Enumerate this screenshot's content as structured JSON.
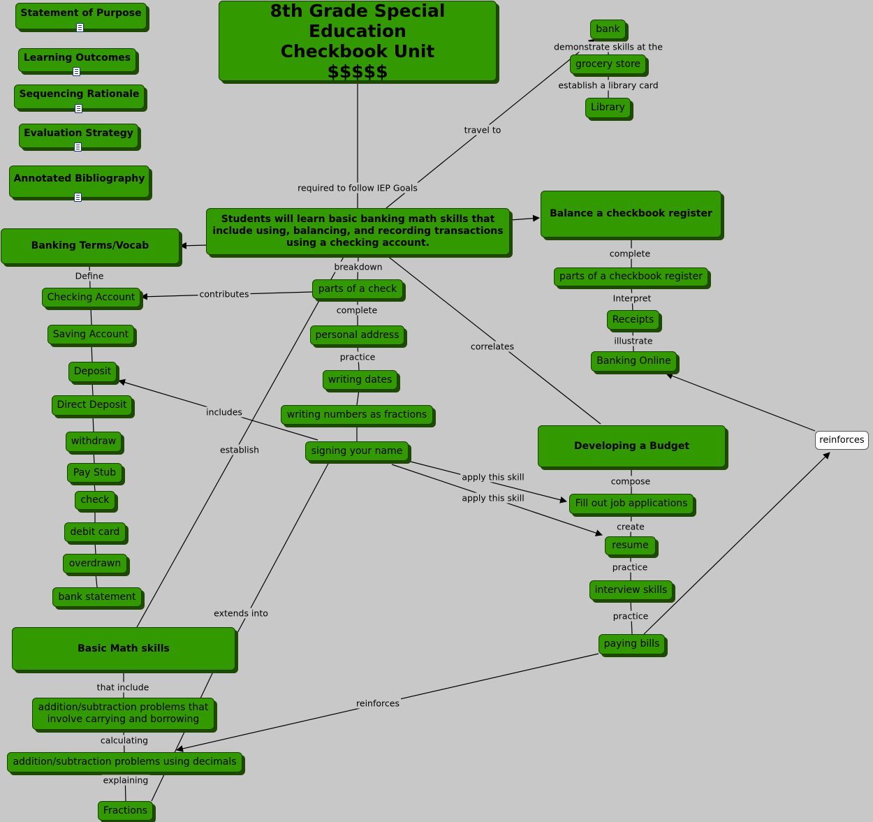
{
  "sidebar": {
    "statement": "Statement of Purpose",
    "outcomes": "Learning Outcomes",
    "sequencing": "Sequencing Rationale",
    "evaluation": "Evaluation Strategy",
    "bibliography": "Annotated Bibliography"
  },
  "title": {
    "line1": "8th Grade Special Education",
    "line2": "Checkbook Unit",
    "line3": "$$$$$"
  },
  "nodes": {
    "main": "Students will learn basic banking math skills that include using, balancing, and recording transactions using a checking account.",
    "bank": "bank",
    "grocery": "grocery store",
    "library": "Library",
    "balance": "Balance a checkbook register",
    "parts_register": "parts of a checkbook register",
    "receipts": "Receipts",
    "banking_online": "Banking Online",
    "reinforces_box": "reinforces",
    "terms": "Banking Terms/Vocab",
    "checking": "Checking Account",
    "saving": "Saving Account",
    "deposit": "Deposit",
    "direct_deposit": "Direct Deposit",
    "withdraw": "withdraw",
    "pay_stub": "Pay Stub",
    "check": "check",
    "debit_card": "debit card",
    "overdrawn": "overdrawn",
    "bank_statement": "bank statement",
    "parts_check": "parts of a check",
    "personal_address": "personal address",
    "writing_dates": "writing dates",
    "writing_numbers": "writing numbers as fractions",
    "signing": "signing your name",
    "budget": "Developing a Budget",
    "job_apps": "Fill out job applications",
    "resume": "resume",
    "interview": "interview skills",
    "paying_bills": "paying bills",
    "basic_math": "Basic Math skills",
    "addsub_carry": "addition/subtraction problems that involve carrying and borrowing",
    "addsub_decimals": "addition/subtraction problems using decimals",
    "fractions": "Fractions"
  },
  "links": {
    "demonstrate": "demonstrate skills at the",
    "establish_library": "establish a library card",
    "travel": "travel to",
    "iep": "required to follow IEP Goals",
    "complete_register": "complete",
    "interpret": "Interpret",
    "illustrate": "illustrate",
    "define": "Define",
    "contributes": "contributes",
    "breakdown": "breakdown",
    "complete_check": "complete",
    "practice_dates": "practice",
    "includes": "includes",
    "establish": "establish",
    "correlates": "correlates",
    "compose": "compose",
    "apply1": "apply this skill",
    "apply2": "apply this skill",
    "create": "create",
    "practice_interview": "practice",
    "practice_bills": "practice",
    "extends": "extends into",
    "that_include": "that include",
    "calculating": "calculating",
    "explaining": "explaining",
    "reinforces_line": "reinforces"
  }
}
